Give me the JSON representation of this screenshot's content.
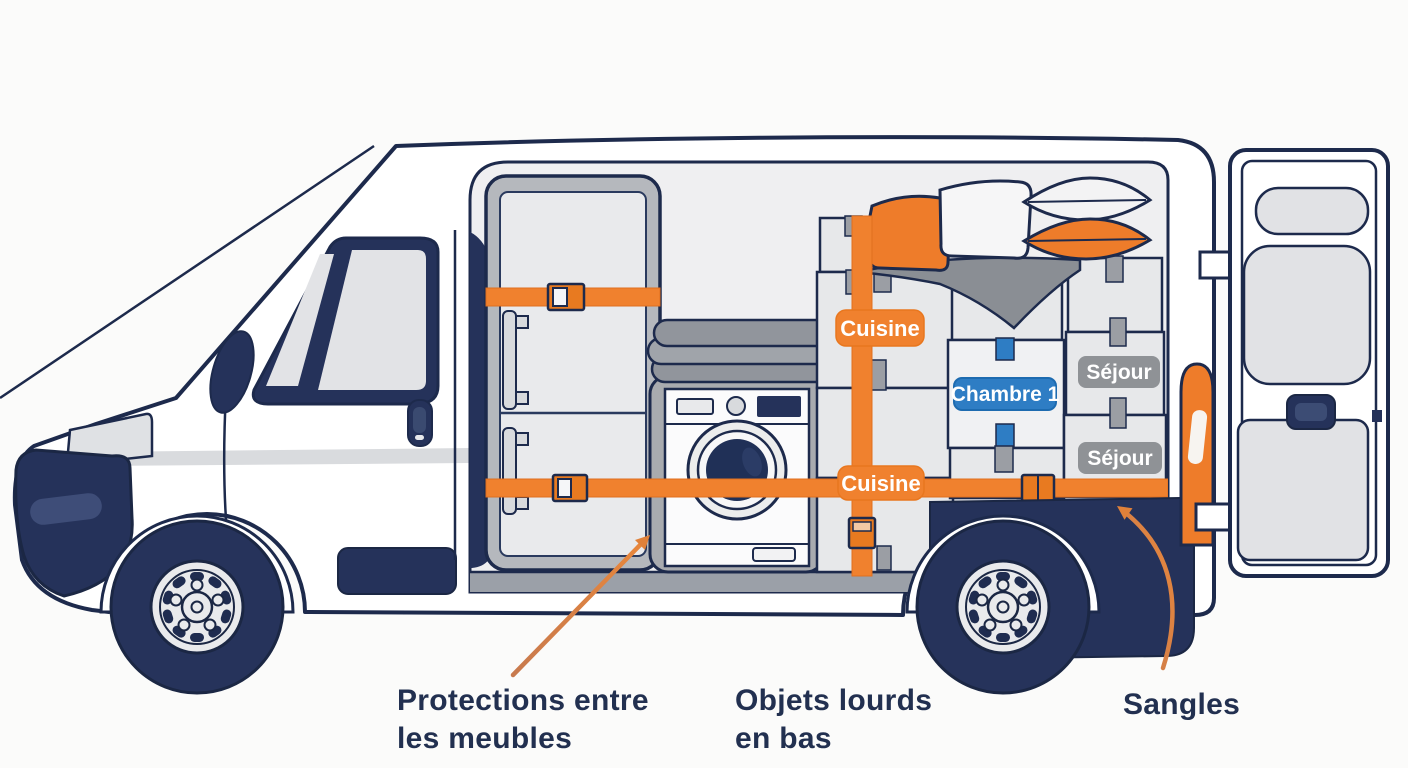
{
  "badges": {
    "cuisine_upper": "Cuisine",
    "cuisine_lower": "Cuisine",
    "chambre": "Chambre 1",
    "sejour_upper": "Séjour",
    "sejour_lower": "Séjour"
  },
  "captions": {
    "protections": {
      "line1": "Protections entre",
      "line2": "les meubles"
    },
    "objets": {
      "line1": "Objets lourds",
      "line2": "en bas"
    },
    "sangles": {
      "label": "Sangles"
    }
  },
  "colors": {
    "navy": "#25325A",
    "outline": "#1D2A4C",
    "orange": "#EE7C2A",
    "strap_orange": "#F0812E",
    "badge_blue": "#2E7DC4",
    "badge_gray": "#8F9296",
    "caption_text": "#223050",
    "arrow": "#D9813F",
    "interior_gray": "#EFEFF1",
    "floor_gray": "#9BA0A8"
  }
}
